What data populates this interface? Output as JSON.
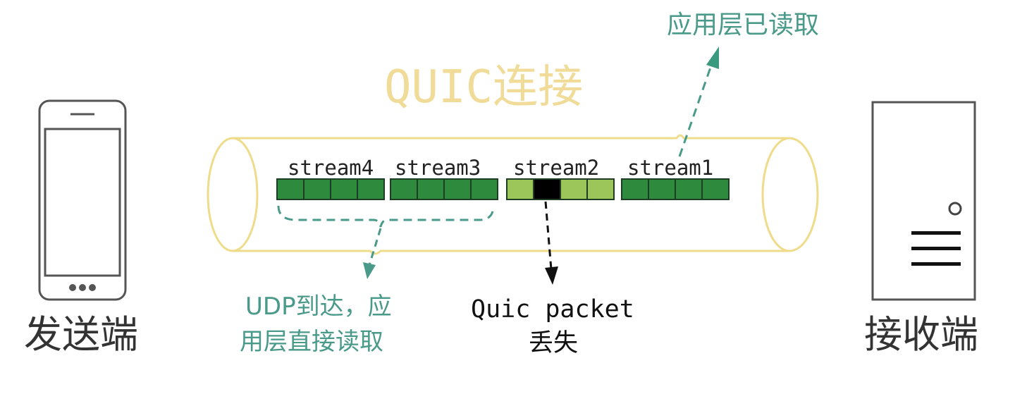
{
  "diagram": {
    "title": "QUIC连接",
    "sender_label": "发送端",
    "receiver_label": "接收端",
    "streams": [
      {
        "name": "stream4",
        "packets": [
          "ok",
          "ok",
          "ok",
          "ok"
        ]
      },
      {
        "name": "stream3",
        "packets": [
          "ok",
          "ok",
          "ok",
          "ok"
        ]
      },
      {
        "name": "stream2",
        "packets": [
          "partial",
          "lost",
          "partial",
          "partial"
        ]
      },
      {
        "name": "stream1",
        "packets": [
          "ok",
          "ok",
          "ok",
          "ok"
        ]
      }
    ],
    "annotation_app_read": "应用层已读取",
    "annotation_udp_line1": "UDP到达，应",
    "annotation_udp_line2": "用层直接读取",
    "annotation_lost_line1": "Quic packet",
    "annotation_lost_line2": "丢失"
  },
  "colors": {
    "tube": "#eedc8a",
    "title": "#f0dc98",
    "packet_ok": "#2e8b3e",
    "packet_partial": "#9cc65a",
    "packet_lost": "#000000",
    "annotation": "#4a9a8a"
  }
}
